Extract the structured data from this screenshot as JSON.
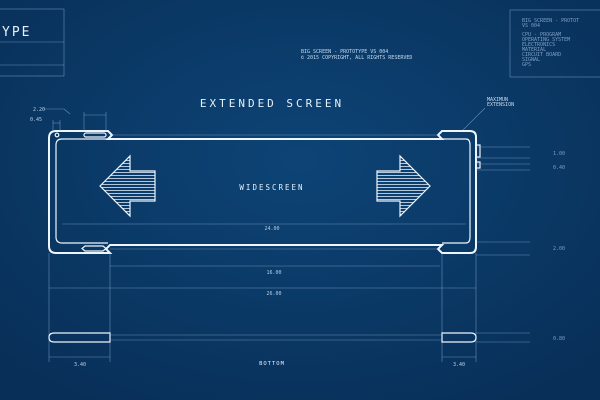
{
  "title_block": {
    "title_fragment": "YPE"
  },
  "header": {
    "line1": "BIG SCREEN - PROTOTYPE VS 004",
    "line2": "© 2015  COPYRIGHT, ALL RIGHTS RESERVED"
  },
  "spec_panel": {
    "lines": [
      "BIG SCREEN - PROTOT",
      "VS 004",
      "CPU - PROGRAM",
      "OPERATING SYSTEM",
      "ELECTRONICS",
      "MATERIAL",
      "CIRCUIT BOARD",
      "SIGNAL",
      "GPS"
    ]
  },
  "drawing": {
    "title": "EXTENDED SCREEN",
    "screen_label": "WIDESCREEN",
    "bottom_label": "BOTTOM",
    "max_extension_line1": "MAXIMUN",
    "max_extension_line2": "EXTENSION"
  },
  "dimensions": {
    "d_2_20": "2.20",
    "d_0_45": "0.45",
    "screen_width": "24.00",
    "inner_width": "16.00",
    "total_width": "26.00",
    "right_1_00": "1.00",
    "right_0_40": "0.40",
    "right_2_00": "2.00",
    "right_0_80": "0.80",
    "left_3_40": "3.40",
    "right_3_40": "3.40"
  },
  "colors": {
    "background": "#0b3a68",
    "line": "#eef5fc"
  }
}
